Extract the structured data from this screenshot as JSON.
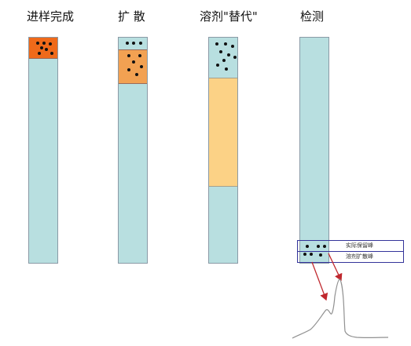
{
  "stages": [
    {
      "id": "injection",
      "title": "进样完成"
    },
    {
      "id": "diffusion",
      "title": "扩 散"
    },
    {
      "id": "solvent",
      "title": "溶剂\"替代\""
    },
    {
      "id": "detection",
      "title": "检测"
    }
  ],
  "labels": {
    "actual_peak": "实际保留峰",
    "solvent_peak": "溶剂扩散峰"
  },
  "colors": {
    "tube": "#b8dfe0",
    "sample_dark_orange": "#ef6a1a",
    "sample_orange": "#f2a152",
    "solvent_band": "#fcd286",
    "box_border": "#34349a",
    "arrow": "#c0282e"
  }
}
